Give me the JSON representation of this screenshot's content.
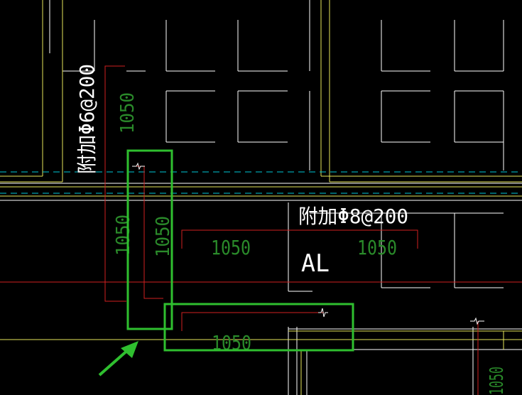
{
  "drawing": {
    "colors": {
      "background": "#000000",
      "white_lines": "#ffffff",
      "yellow_lines": "#e6e65a",
      "cyan_dashed": "#00c8d8",
      "red_lines": "#d02020",
      "green_text": "#2a8a2a",
      "highlight_green": "#2fbf2f"
    },
    "labels": {
      "rebar_left": "附加Φ6@200",
      "rebar_right": "附加Φ8@200",
      "beam_tag": "AL"
    },
    "dimensions": {
      "dim_top_vertical": "1050",
      "dim_left_vertical": "1050",
      "dim_center_vertical": "1050",
      "dim_mid_left": "1050",
      "dim_mid_right": "1050",
      "dim_bottom": "1050",
      "dim_bottom_right": "1050"
    }
  }
}
